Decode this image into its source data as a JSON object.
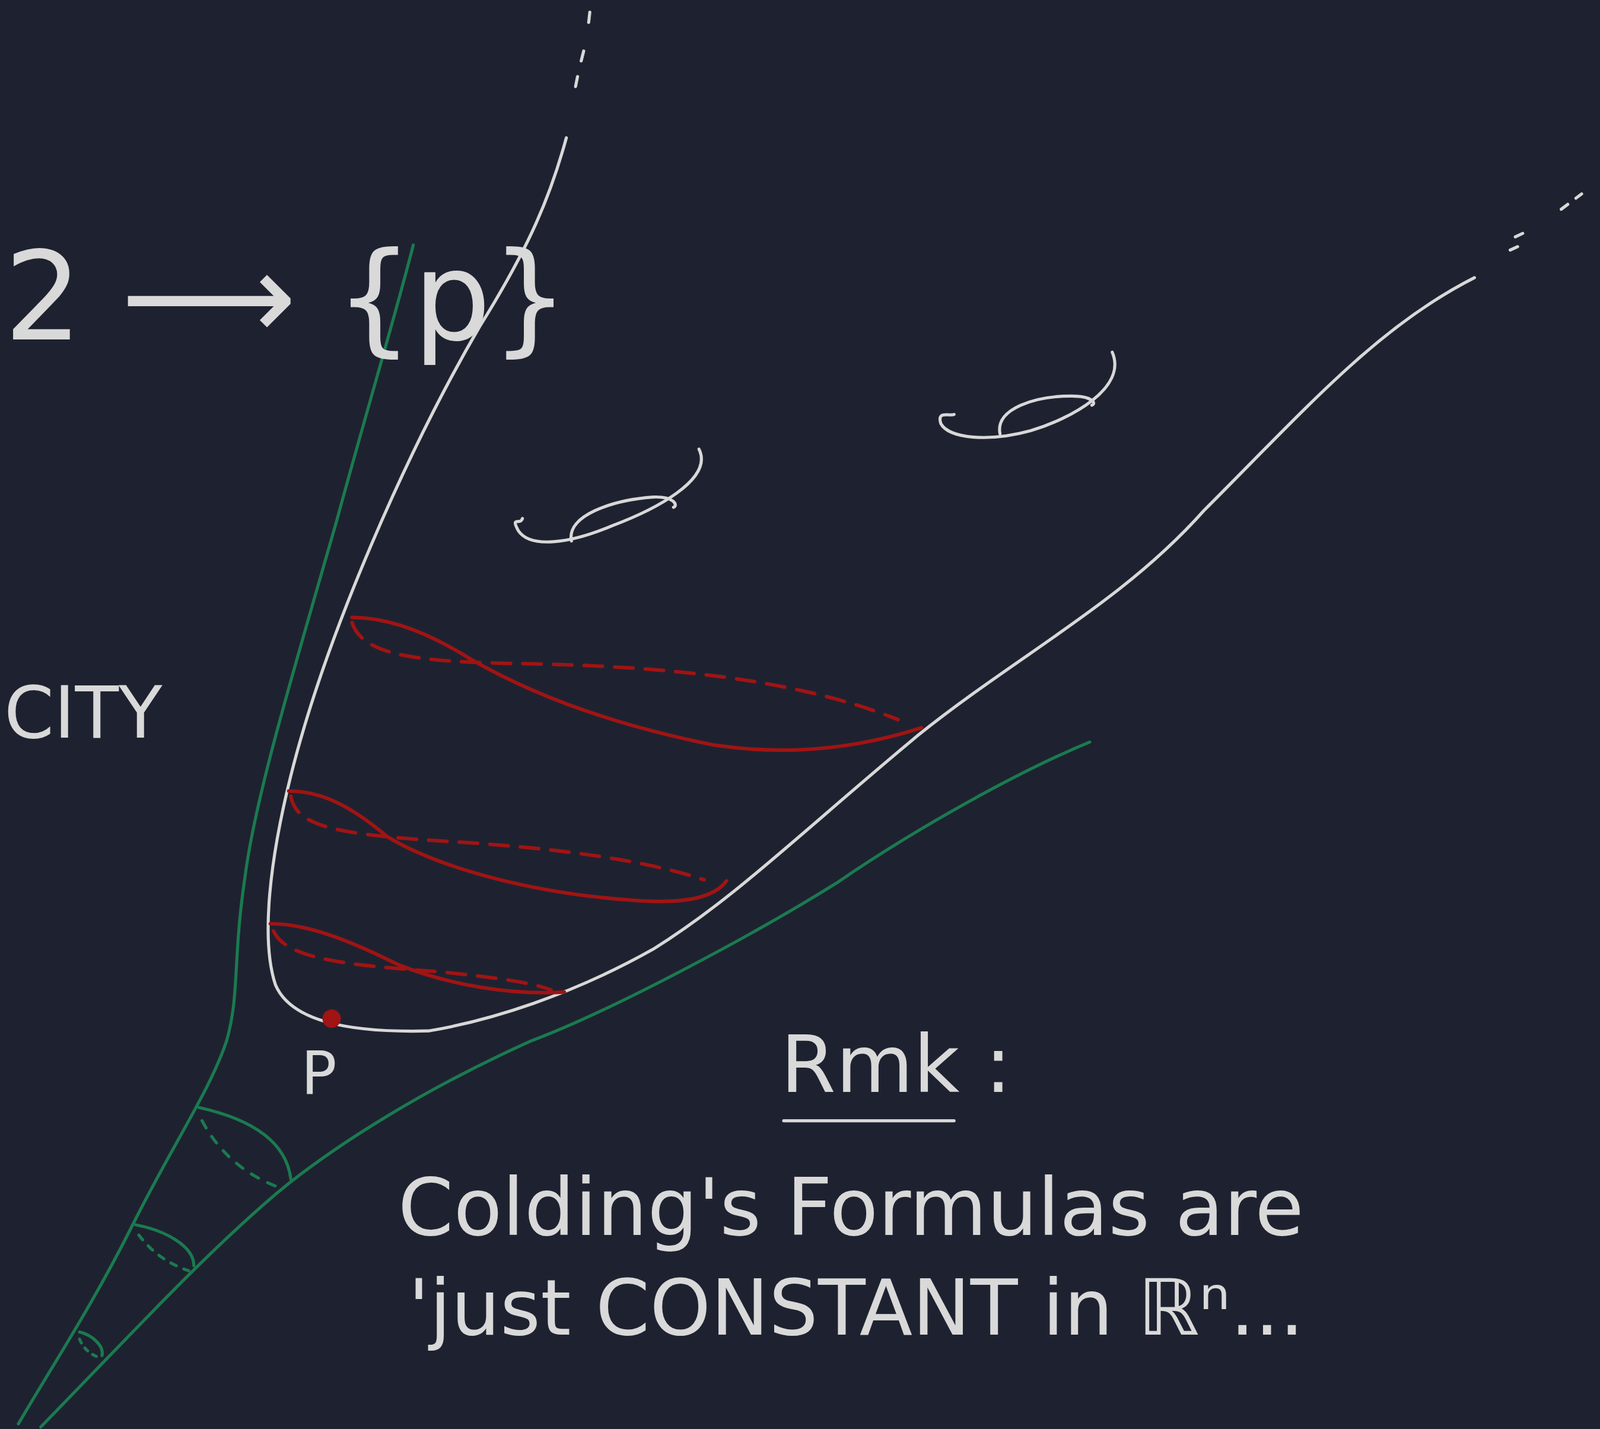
{
  "diagram": {
    "labels": [
      "2 ⟶ {p}",
      "CITY",
      "P",
      "Rmk :",
      "Colding's Formulas are",
      "'just CONSTANT in ℝⁿ..."
    ]
  }
}
